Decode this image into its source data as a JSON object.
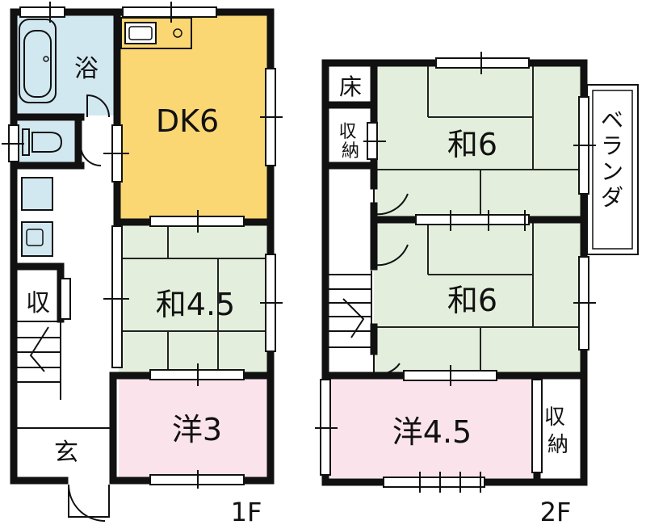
{
  "floors": [
    {
      "name": "1F",
      "rooms": {
        "bath": "浴",
        "dk": "DK6",
        "washitsu": "和4.5",
        "yoshitsu": "洋3",
        "storage": "収",
        "entrance": "玄"
      }
    },
    {
      "name": "2F",
      "rooms": {
        "tokonoma": "床",
        "closet_small": "収納",
        "washitsu_upper": "和6",
        "veranda": "ベランダ",
        "washitsu_lower": "和6",
        "yoshitsu": "洋4.5",
        "closet": "収納"
      }
    }
  ],
  "colors": {
    "wall": "#111111",
    "bath": "#d2e8f0",
    "dk": "#fbd774",
    "tatami": "#e3efdc",
    "yoshitsu": "#fbe3ec",
    "white": "#ffffff"
  }
}
